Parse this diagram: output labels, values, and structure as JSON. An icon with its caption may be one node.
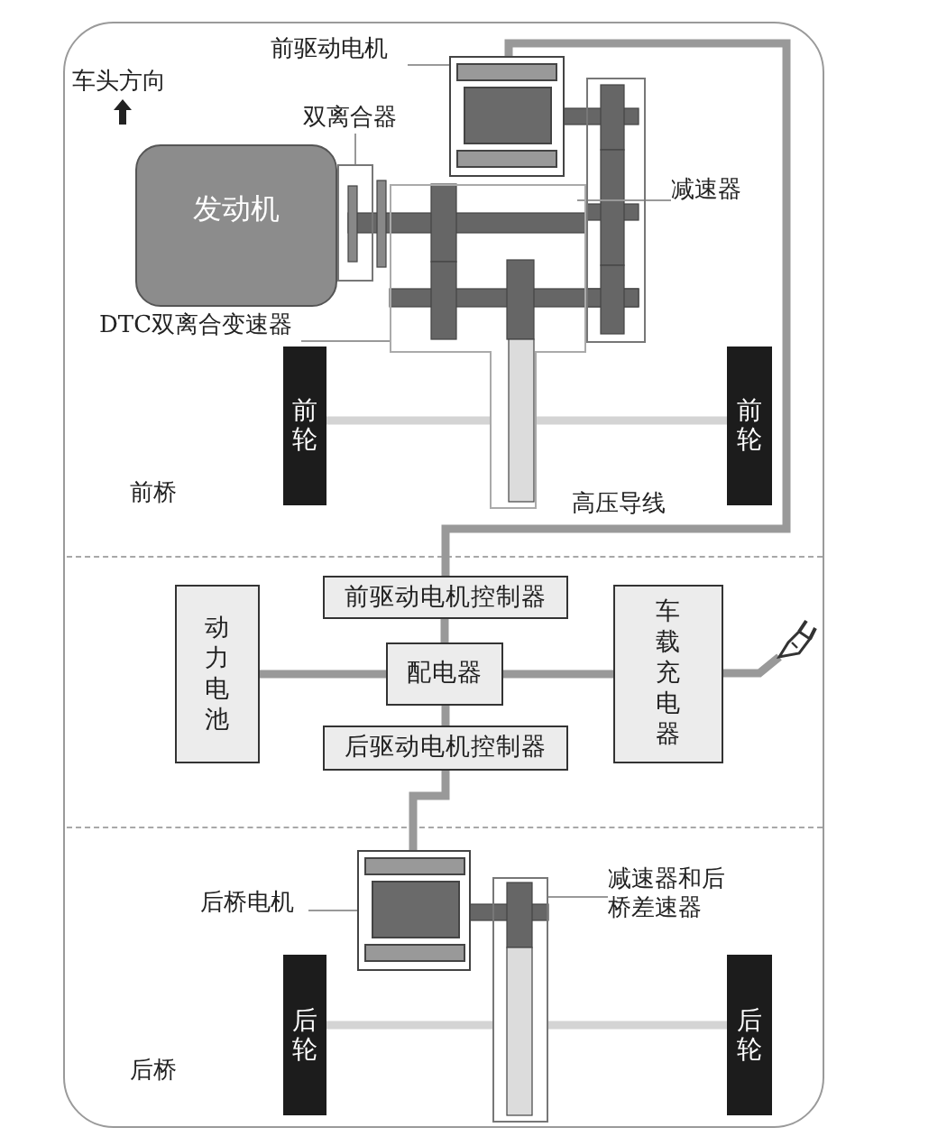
{
  "diagram": {
    "nodes": [
      {
        "text": [
          "发动机"
        ]
      },
      {
        "text": [
          "前驱动电机"
        ]
      },
      {
        "text": [],
        "shape": "box"
      },
      {
        "text": [
          "双离合器"
        ]
      },
      {
        "text": [],
        "shape": "box"
      },
      {
        "text": [
          "减速器"
        ]
      },
      {
        "text": [],
        "shape": "box"
      },
      {
        "text": [
          "DTC双离合变速器"
        ]
      },
      {
        "text": [],
        "shape": "box"
      },
      {
        "text": [
          "前轮"
        ]
      },
      {
        "text": [
          "前轮"
        ]
      },
      {
        "text": [
          "前驱动电机控制器"
        ]
      },
      {
        "text": [
          "动力电池"
        ]
      },
      {
        "text": [
          "配电器"
        ]
      },
      {
        "text": [
          "车载充电器"
        ]
      },
      {
        "text": [],
        "shape": "plug"
      },
      {
        "text": [
          "后驱动电机控制器"
        ]
      },
      {
        "text": [
          "后桥电机"
        ]
      },
      {
        "text": [],
        "shape": "box"
      },
      {
        "text": [
          "减速器和后桥差速器"
        ]
      },
      {
        "text": [],
        "shape": "box"
      },
      {
        "text": [
          "后轮"
        ]
      },
      {
        "text": [
          "后轮"
        ]
      }
    ],
    "edges": [
      {
        "from": 1,
        "to": 2,
        "arrow": "none"
      },
      {
        "from": 3,
        "to": 4,
        "arrow": "none"
      },
      {
        "from": 5,
        "to": 6,
        "arrow": "none"
      },
      {
        "from": 7,
        "to": 8,
        "arrow": "none"
      },
      {
        "from": 17,
        "to": 18,
        "arrow": "none"
      },
      {
        "from": 19,
        "to": 20,
        "arrow": "none"
      },
      {
        "from": 2,
        "to": 11,
        "arrow": "none"
      },
      {
        "from": 11,
        "to": 13,
        "arrow": "none"
      },
      {
        "from": 12,
        "to": 13,
        "arrow": "none"
      },
      {
        "from": 13,
        "to": 14,
        "arrow": "none"
      },
      {
        "from": 13,
        "to": 16,
        "arrow": "none"
      },
      {
        "from": 16,
        "to": 18,
        "arrow": "none"
      },
      {
        "from": 14,
        "to": 15,
        "arrow": "none"
      },
      {
        "from": 9,
        "to": 8,
        "arrow": "none",
        "color": "#d4d4d4"
      },
      {
        "from": 8,
        "to": 10,
        "arrow": "none",
        "color": "#d4d4d4"
      },
      {
        "from": 21,
        "to": 20,
        "arrow": "none",
        "color": "#d4d4d4"
      },
      {
        "from": 20,
        "to": 22,
        "arrow": "none",
        "color": "#d4d4d4"
      }
    ],
    "labels": [
      "车头方向",
      "前桥",
      "高压导线",
      "后桥"
    ]
  }
}
